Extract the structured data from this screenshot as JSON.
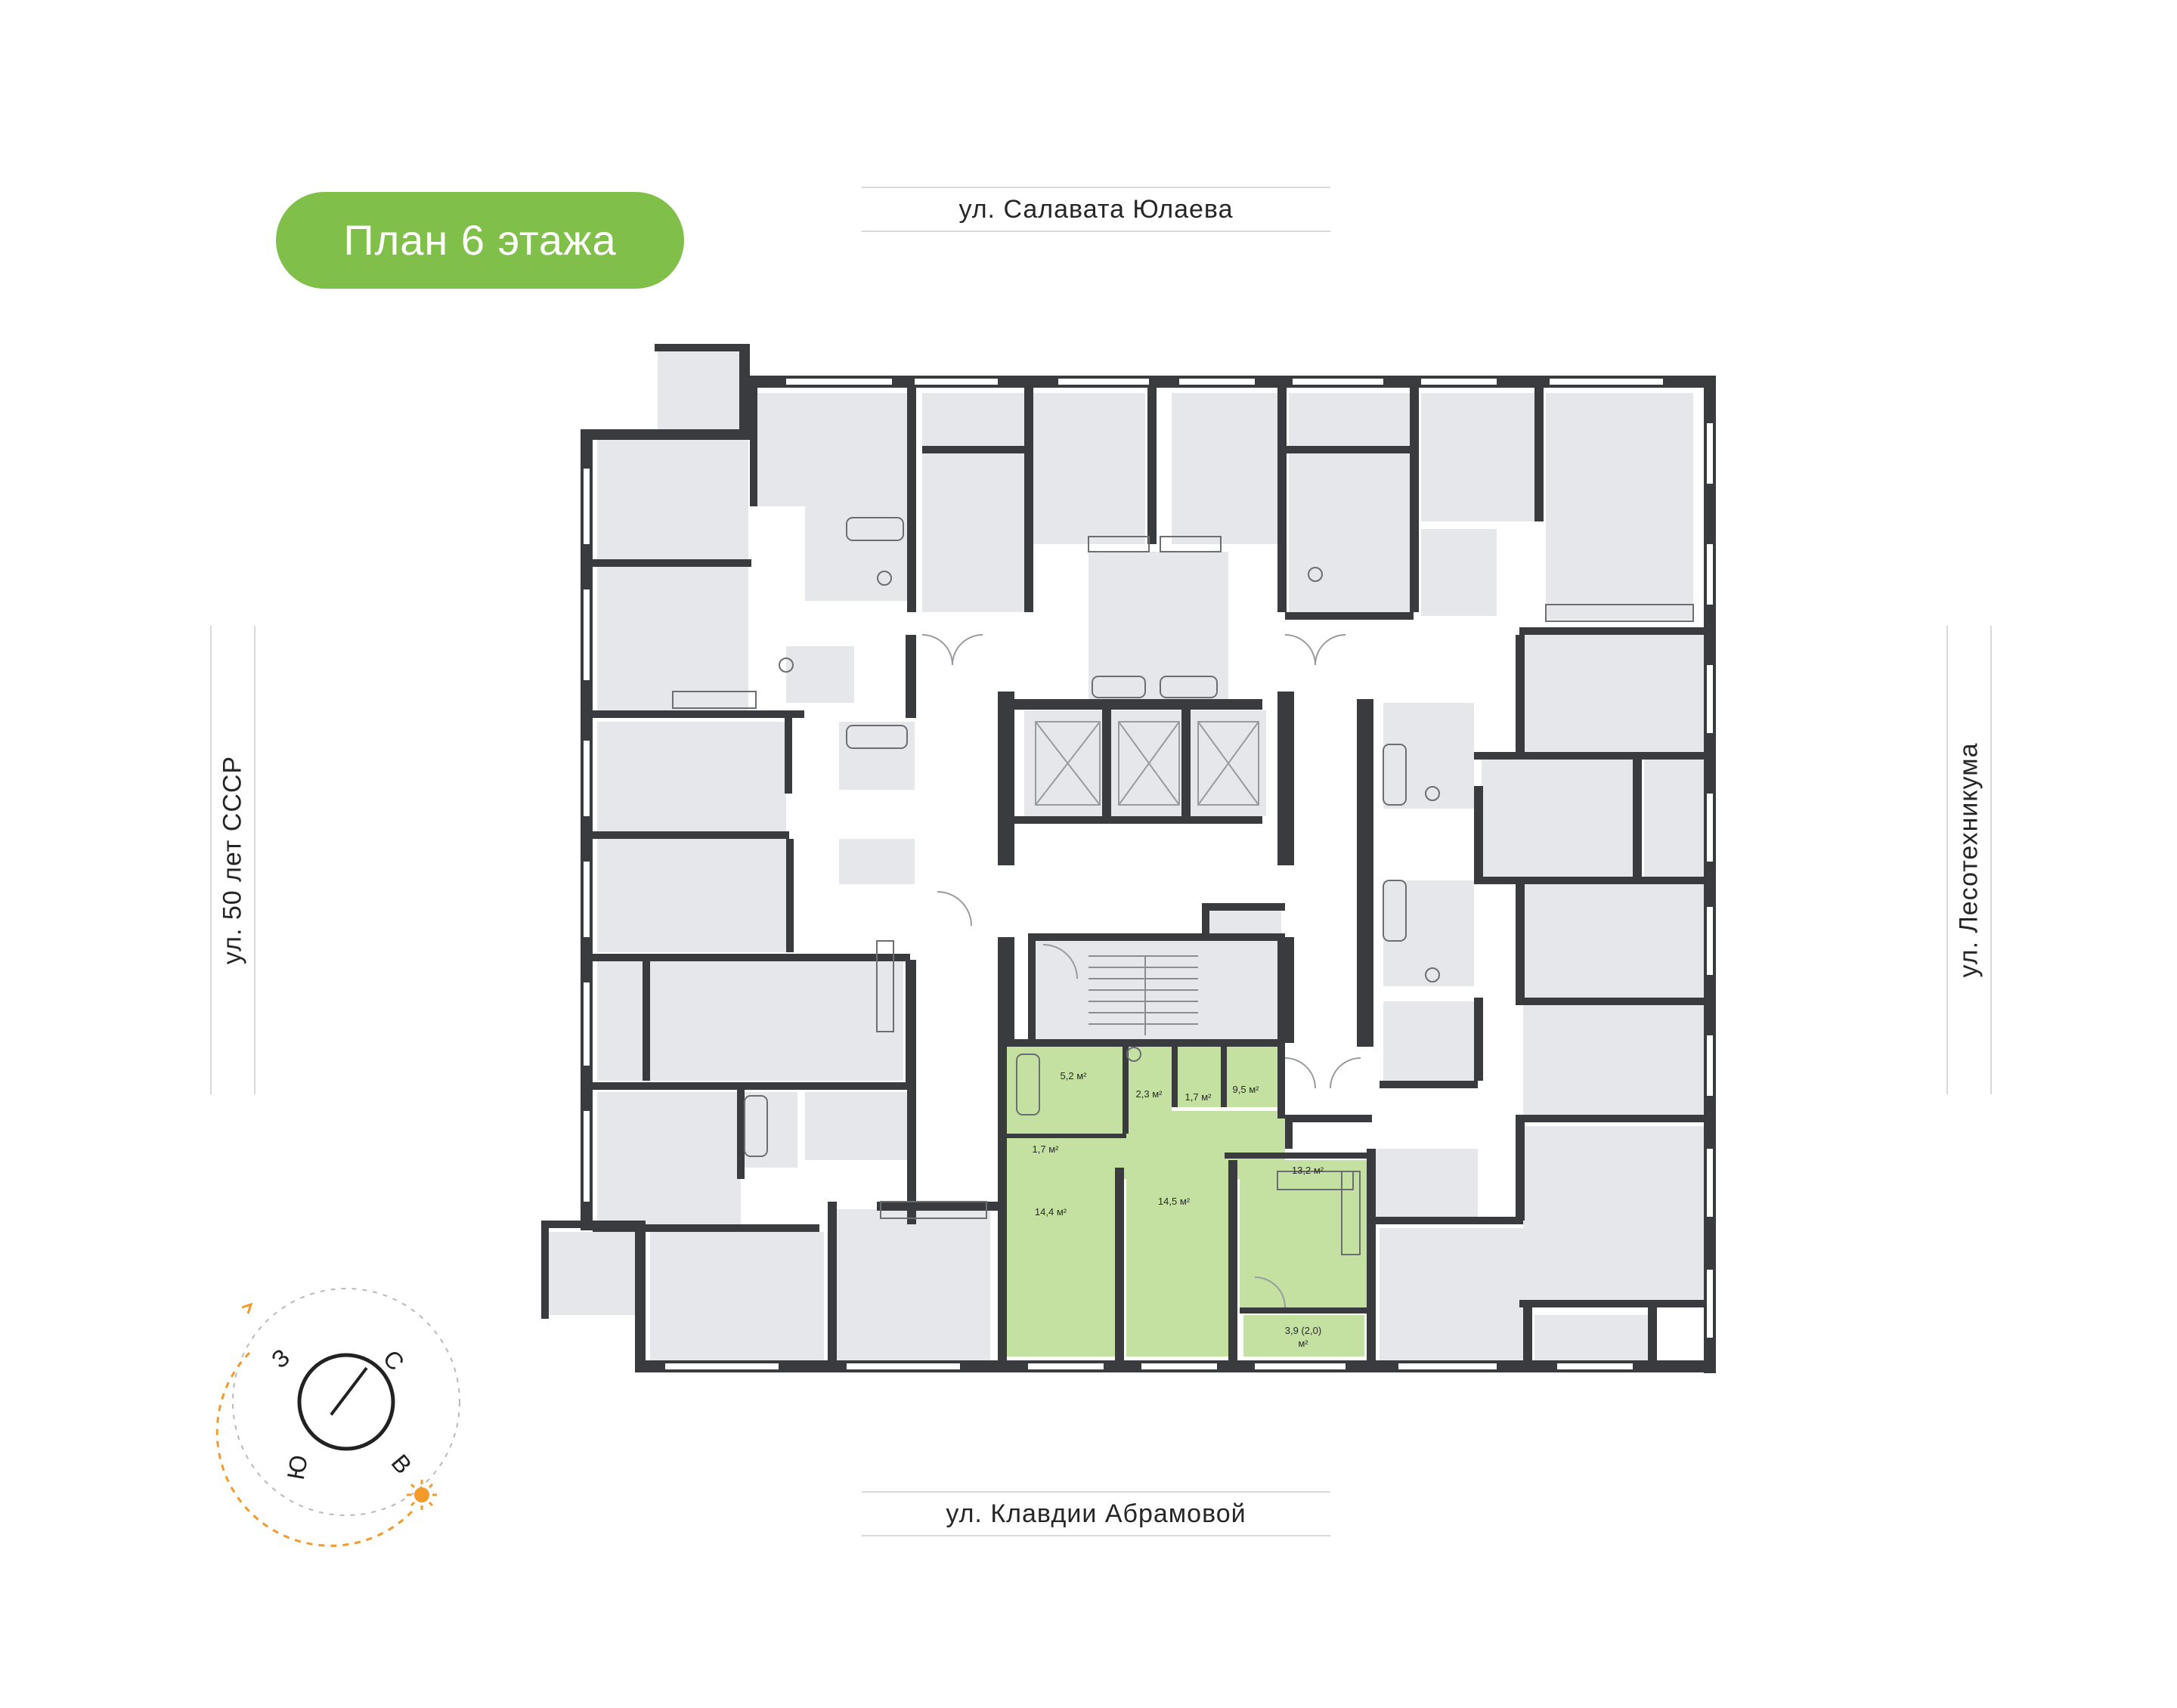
{
  "floor_title": "План 6 этажа",
  "streets": {
    "top": "ул. Салавата Юлаева",
    "bottom": "ул. Клавдии Абрамовой",
    "left": "ул. 50 лет СССР",
    "right": "ул. Лесотехникума"
  },
  "apartment_rooms": [
    {
      "area": "5,2 м²"
    },
    {
      "area": "2,3 м²"
    },
    {
      "area": "1,7 м²"
    },
    {
      "area": "9,5 м²"
    },
    {
      "area": "1,7 м²"
    },
    {
      "area": "13,2 м²"
    },
    {
      "area": "14,4 м²"
    },
    {
      "area": "14,5 м²"
    },
    {
      "area": "3,9 (2,0)",
      "unit": "м²"
    }
  ],
  "compass": {
    "n": "С",
    "e": "В",
    "s": "Ю",
    "w": "З"
  },
  "colors": {
    "accent": "#80c04a",
    "highlight": "#c4e1a2",
    "room": "#e6e7ea",
    "wall": "#3a3b3e",
    "sun": "#f39a2a"
  }
}
